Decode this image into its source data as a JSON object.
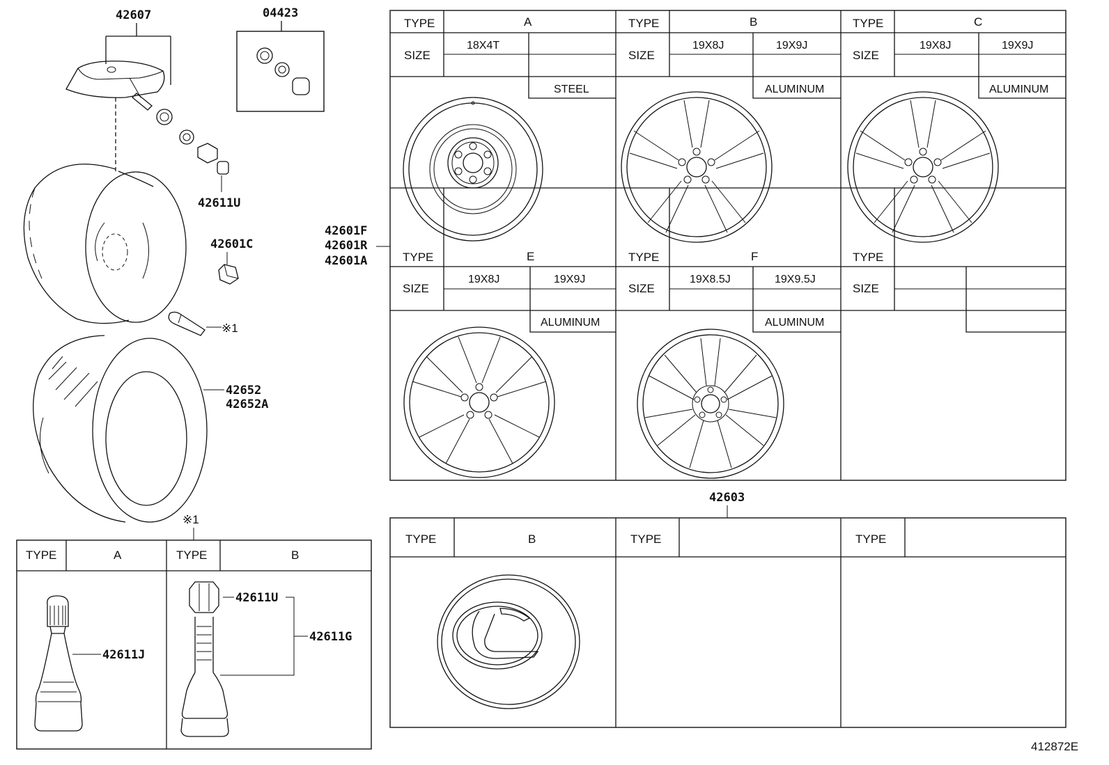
{
  "parts": {
    "sensor": "42607",
    "valve_kit": "04423",
    "cap": "42611U",
    "nut": "42601C",
    "tire": [
      "42652",
      "42652A"
    ],
    "wheel": [
      "42601F",
      "42601R",
      "42601A"
    ],
    "ornament": "42603",
    "valve_snap": "42611J",
    "valve_cap_b": "42611U",
    "valve_assy_b": "42611G",
    "note_ref": "※1"
  },
  "labels": {
    "type": "TYPE",
    "size": "SIZE"
  },
  "wheel_table": [
    {
      "type": "A",
      "sizes": [
        "18X4T",
        ""
      ],
      "material": "STEEL"
    },
    {
      "type": "B",
      "sizes": [
        "19X8J",
        "19X9J"
      ],
      "material": "ALUMINUM"
    },
    {
      "type": "C",
      "sizes": [
        "19X8J",
        "19X9J"
      ],
      "material": "ALUMINUM"
    },
    {
      "type": "E",
      "sizes": [
        "19X8J",
        "19X9J"
      ],
      "material": "ALUMINUM"
    },
    {
      "type": "F",
      "sizes": [
        "19X8.5J",
        "19X9.5J"
      ],
      "material": "ALUMINUM"
    },
    {
      "type": "",
      "sizes": [
        "",
        ""
      ],
      "material": ""
    }
  ],
  "valve_table": [
    {
      "type": "A"
    },
    {
      "type": "B"
    }
  ],
  "ornament_table": [
    {
      "type": "B"
    },
    {
      "type": ""
    },
    {
      "type": ""
    }
  ],
  "figure_id": "412872E"
}
